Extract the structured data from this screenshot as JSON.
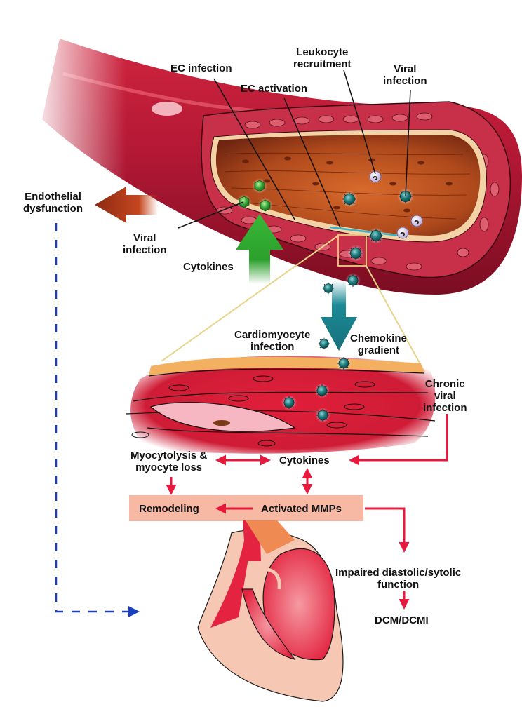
{
  "title": "Viral infection of the vasculature and myocardium leading to DCM/DCMI",
  "labels": {
    "ec_infection": "EC infection",
    "ec_activation": "EC activation",
    "leukocyte_recruitment": [
      "Leukocyte",
      "recruitment"
    ],
    "viral_infection_top": [
      "Viral",
      "infection"
    ],
    "endothelial_dysfunction": [
      "Endothelial",
      "dysfunction"
    ],
    "viral_infection_left": [
      "Viral",
      "infection"
    ],
    "cytokines_vessel": "Cytokines",
    "cardiomyocyte_infection": [
      "Cardiomyocyte",
      "infection"
    ],
    "chemokine_gradient": [
      "Chemokine",
      "gradient"
    ],
    "chronic_viral_infection": [
      "Chronic",
      "viral",
      "infection"
    ],
    "myocytolysis": [
      "Myocytolysis &",
      "myocyte loss"
    ],
    "cytokines_flow": "Cytokines",
    "remodeling": "Remodeling",
    "activated_mmps": "Activated MMPs",
    "impaired_function": [
      "Impaired diastolic/sytolic",
      "function"
    ],
    "dcm": "DCM/DCMI"
  },
  "colors": {
    "vessel_red": "#a3122e",
    "lumen_orange": "#c2561f",
    "green_arrow": "#2ca02c",
    "teal_arrow": "#1b8a95",
    "dysfunction_arrow": "#b23a1c",
    "flow_arrow_red": "#e8193c",
    "dashed_blue": "#1a3fbf",
    "box_salmon": "#f7b8a4",
    "virus_teal": "#1f7e80",
    "virus_green": "#3aa83a",
    "leukocyte": "#d8cde8"
  },
  "icons": {
    "virus_particle": "virus-icon",
    "leukocyte_cell": "leukocyte-icon",
    "heart": "heart-icon"
  }
}
